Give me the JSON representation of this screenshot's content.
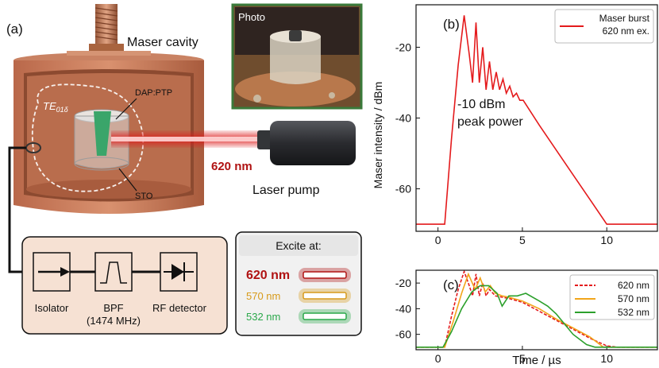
{
  "left": {
    "panel_label": "(a)",
    "cavity_label": "Maser cavity",
    "photo_label": "Photo",
    "mode_label": "TE",
    "mode_sub": "01δ",
    "dap_label": "DAP:PTP",
    "sto_label": "STO",
    "laser_wavelength": "620 nm",
    "laser_label": "Laser pump",
    "chain": {
      "isolator": "Isolator",
      "bpf": "BPF",
      "bpf_freq": "(1474 MHz)",
      "rf": "RF detector"
    },
    "excite": {
      "title": "Excite at:",
      "items": [
        {
          "label": "620 nm",
          "color": "#b01212"
        },
        {
          "label": "570 nm",
          "color": "#d79a1a"
        },
        {
          "label": "532 nm",
          "color": "#2aa84a"
        }
      ]
    }
  },
  "chart_data": [
    {
      "type": "line",
      "panel_label": "(b)",
      "ylabel": "Maser intensity / dBm",
      "xlabel": "",
      "xlim": [
        -1.3,
        13
      ],
      "ylim": [
        -72,
        -8
      ],
      "xticks": [
        0,
        5,
        10
      ],
      "yticks": [
        -20,
        -40,
        -60
      ],
      "legend": {
        "position": "top-right",
        "lines": [
          "Maser burst",
          "620 nm ex."
        ]
      },
      "annotation": [
        "-10 dBm",
        "peak power"
      ],
      "series": [
        {
          "color": "#e41a1c",
          "x": [
            -1.3,
            0.4,
            0.8,
            1.2,
            1.55,
            1.85,
            2.05,
            2.25,
            2.45,
            2.65,
            2.85,
            3.05,
            3.25,
            3.45,
            3.65,
            3.85,
            4.05,
            4.25,
            4.45,
            4.65,
            4.85,
            5.05,
            6,
            7,
            8,
            9,
            10,
            10.6,
            11,
            13
          ],
          "y": [
            -70,
            -70,
            -46,
            -25,
            -11,
            -22,
            -30,
            -13,
            -30,
            -20,
            -32,
            -24,
            -32,
            -27,
            -32,
            -29,
            -33,
            -31,
            -34,
            -33,
            -35,
            -35,
            -42,
            -49,
            -56,
            -63,
            -70,
            -70,
            -70,
            -70
          ]
        }
      ]
    },
    {
      "type": "line",
      "panel_label": "(c)",
      "xlabel": "Time / µs",
      "ylabel": "",
      "xlim": [
        -1.3,
        13
      ],
      "ylim": [
        -72,
        -10
      ],
      "xticks": [
        0,
        5,
        10
      ],
      "yticks": [
        -20,
        -40,
        -60
      ],
      "legend": {
        "position": "top-right"
      },
      "series": [
        {
          "name": "620 nm",
          "color": "#e41a1c",
          "dash": true,
          "x": [
            -1.3,
            0.4,
            0.8,
            1.2,
            1.55,
            1.85,
            2.05,
            2.25,
            2.45,
            2.65,
            2.85,
            3.05,
            3.4,
            3.8,
            4.2,
            5,
            6,
            7,
            8,
            9,
            10,
            10.6,
            11,
            13
          ],
          "y": [
            -70,
            -70,
            -46,
            -25,
            -11,
            -22,
            -30,
            -13,
            -30,
            -20,
            -30,
            -25,
            -30,
            -31,
            -32,
            -35,
            -42,
            -49,
            -56,
            -63,
            -69,
            -70,
            -70,
            -70
          ]
        },
        {
          "name": "570 nm",
          "color": "#f2a51a",
          "x": [
            -1.3,
            0.4,
            0.9,
            1.4,
            1.8,
            2.2,
            2.5,
            2.8,
            3.1,
            3.4,
            3.8,
            4.2,
            5,
            6,
            7,
            8,
            9,
            9.8,
            10.3,
            13
          ],
          "y": [
            -70,
            -70,
            -50,
            -28,
            -13,
            -25,
            -16,
            -27,
            -22,
            -28,
            -30,
            -31,
            -34,
            -40,
            -48,
            -55,
            -62,
            -70,
            -70,
            -70
          ]
        },
        {
          "name": "532 nm",
          "color": "#2ca02c",
          "x": [
            -1.3,
            0.3,
            0.8,
            1.4,
            2.0,
            2.5,
            3.0,
            3.5,
            3.8,
            4.2,
            4.7,
            5.2,
            6.0,
            6.5,
            7.0,
            7.5,
            8.0,
            8.8,
            9.3,
            13
          ],
          "y": [
            -70,
            -70,
            -58,
            -40,
            -27,
            -22,
            -22,
            -28,
            -38,
            -30,
            -30,
            -28,
            -34,
            -38,
            -44,
            -52,
            -60,
            -68,
            -70,
            -70
          ]
        }
      ]
    }
  ]
}
